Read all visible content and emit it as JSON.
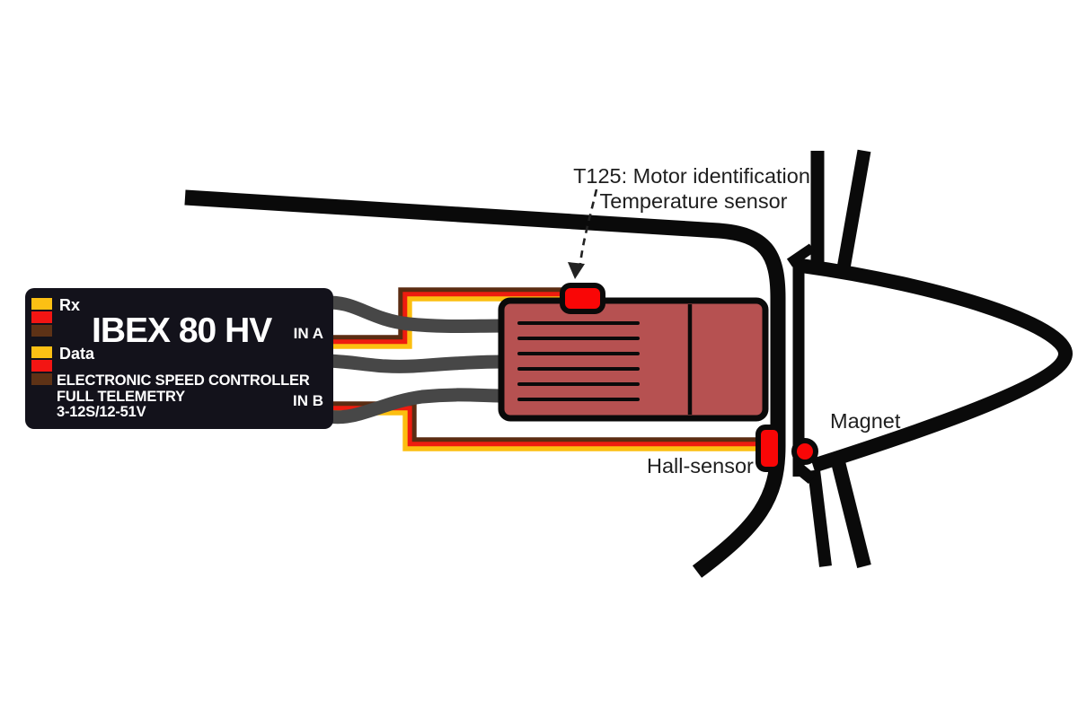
{
  "esc": {
    "title": "IBEX 80 HV",
    "rx_label": "Rx",
    "data_label": "Data",
    "in_a": "IN A",
    "in_b": "IN B",
    "desc_line1": "ELECTRONIC SPEED CONTROLLER",
    "desc_line2": "FULL TELEMETRY",
    "desc_line3": "3-12S/12-51V"
  },
  "annotations": {
    "temp_sensor_line1": "T125: Motor identification",
    "temp_sensor_line2": "Temperature sensor",
    "hall_sensor": "Hall-sensor",
    "magnet": "Magnet"
  },
  "colors": {
    "esc_bg": "#13121b",
    "esc_text": "#ffffff",
    "motor_fill": "#b65151",
    "outline_black": "#0a0a0a",
    "sensor_red": "#f90606",
    "phase_wire_gray": "#474747",
    "cable_brown": "#5b2c12",
    "cable_red": "#ee1c0f",
    "cable_yellow": "#fcbf10",
    "pin_yellow": "#fcc014",
    "pin_red": "#f31513",
    "pin_brown": "#5e3216",
    "label_text": "#1e1e1e"
  }
}
